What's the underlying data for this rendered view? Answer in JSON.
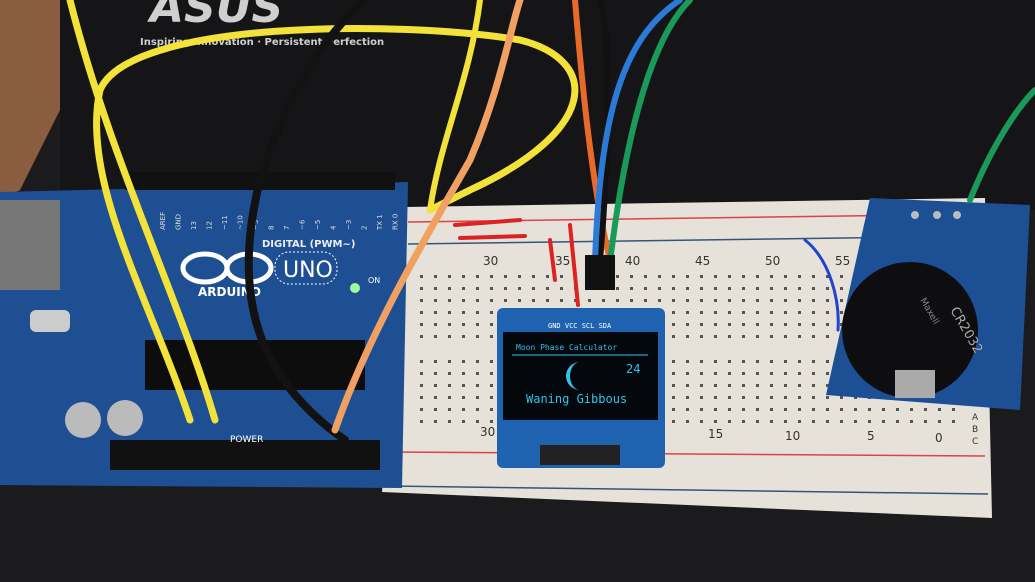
{
  "mousepad": {
    "brand": "ASUS",
    "slogan": "Inspiring Innovation · Persistent Perfection"
  },
  "arduino": {
    "logo_text": "ARDUINO",
    "model": "UNO",
    "digital_label": "DIGITAL (PWM~)",
    "on_label": "ON",
    "power_label": "POWER",
    "pin_labels": [
      "AREF",
      "GND",
      "13",
      "12",
      "~11",
      "~10",
      "~9",
      "8",
      "7",
      "~6",
      "~5",
      "4",
      "~3",
      "2",
      "TX 1",
      "RX 0"
    ]
  },
  "breadboard": {
    "top_numbers": [
      "30",
      "35",
      "40",
      "45",
      "50",
      "55"
    ],
    "bottom_numbers": [
      "30",
      "15",
      "10",
      "5",
      "0"
    ],
    "row_letters": [
      "A",
      "B",
      "C"
    ]
  },
  "oled": {
    "pin_labels": "GND VCC SCL SDA",
    "title": "Moon Phase Calculator",
    "day": "24",
    "phase": "Waning Gibbous",
    "screen_color": "#2fc4e8"
  },
  "rtc": {
    "battery_label": "CR2032",
    "battery_brand": "Maxell"
  },
  "colors": {
    "pcb_blue": "#1f4f93",
    "breadboard": "#e6e2da",
    "background": "#1a1a1c"
  }
}
